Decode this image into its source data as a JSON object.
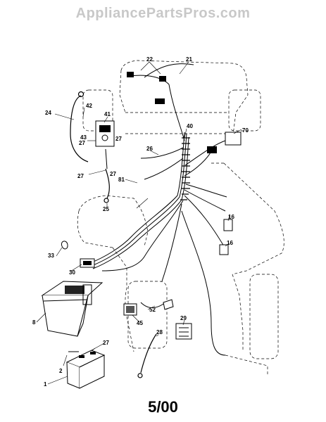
{
  "watermark": "AppliancePartsPros.com",
  "date_code": "5/00",
  "callouts": [
    {
      "id": "c1",
      "text": "1"
    },
    {
      "id": "c2",
      "text": "2"
    },
    {
      "id": "c8",
      "text": "8"
    },
    {
      "id": "c16a",
      "text": "16"
    },
    {
      "id": "c16b",
      "text": "16"
    },
    {
      "id": "c21",
      "text": "21"
    },
    {
      "id": "c22",
      "text": "22"
    },
    {
      "id": "c24",
      "text": "24"
    },
    {
      "id": "c25",
      "text": "25"
    },
    {
      "id": "c26",
      "text": "26"
    },
    {
      "id": "c27a",
      "text": "27"
    },
    {
      "id": "c27b",
      "text": "27"
    },
    {
      "id": "c27c",
      "text": "27"
    },
    {
      "id": "c27d",
      "text": "27"
    },
    {
      "id": "c27e",
      "text": "27"
    },
    {
      "id": "c28",
      "text": "28"
    },
    {
      "id": "c29",
      "text": "29"
    },
    {
      "id": "c30",
      "text": "30"
    },
    {
      "id": "c33",
      "text": "33"
    },
    {
      "id": "c40",
      "text": "40"
    },
    {
      "id": "c41",
      "text": "41"
    },
    {
      "id": "c42",
      "text": "42"
    },
    {
      "id": "c43",
      "text": "43"
    },
    {
      "id": "c45",
      "text": "45"
    },
    {
      "id": "c52",
      "text": "52"
    },
    {
      "id": "c70",
      "text": "70"
    },
    {
      "id": "c81",
      "text": "81"
    }
  ]
}
